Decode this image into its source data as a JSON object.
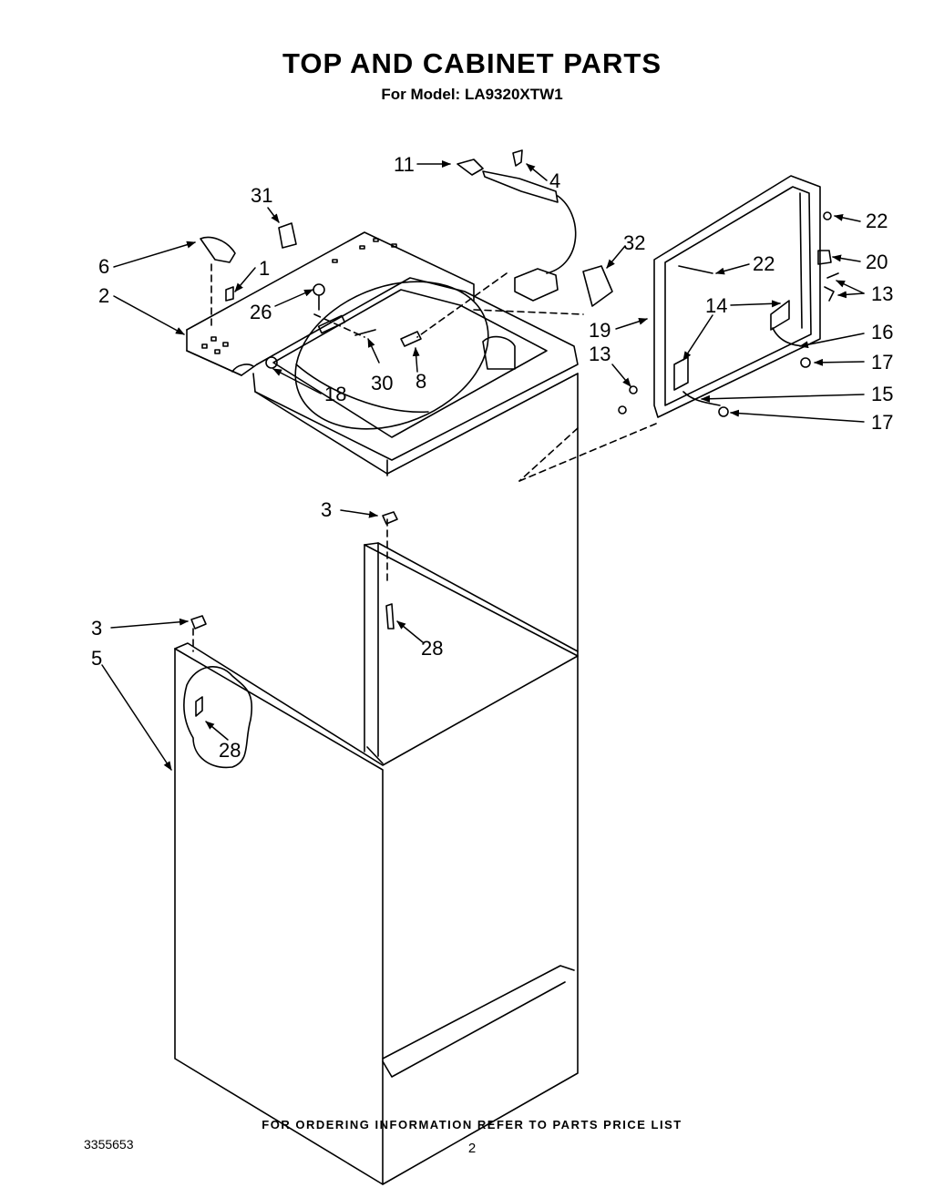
{
  "header": {
    "title": "TOP AND CABINET PARTS",
    "subtitle": "For Model: LA9320XTW1"
  },
  "callouts": [
    {
      "id": "c11a",
      "text": "11"
    },
    {
      "id": "c4",
      "text": "4"
    },
    {
      "id": "c31",
      "text": "31"
    },
    {
      "id": "c6",
      "text": "6"
    },
    {
      "id": "c1",
      "text": "1"
    },
    {
      "id": "c2",
      "text": "2"
    },
    {
      "id": "c26",
      "text": "26"
    },
    {
      "id": "c18",
      "text": "18"
    },
    {
      "id": "c30",
      "text": "30"
    },
    {
      "id": "c8",
      "text": "8"
    },
    {
      "id": "c32",
      "text": "32"
    },
    {
      "id": "c22a",
      "text": "22"
    },
    {
      "id": "c22b",
      "text": "22"
    },
    {
      "id": "c20",
      "text": "20"
    },
    {
      "id": "c13a",
      "text": "13"
    },
    {
      "id": "c14",
      "text": "14"
    },
    {
      "id": "c19",
      "text": "19"
    },
    {
      "id": "c16",
      "text": "16"
    },
    {
      "id": "c13b",
      "text": "13"
    },
    {
      "id": "c17a",
      "text": "17"
    },
    {
      "id": "c15",
      "text": "15"
    },
    {
      "id": "c17b",
      "text": "17"
    },
    {
      "id": "c3a",
      "text": "3"
    },
    {
      "id": "c3b",
      "text": "3"
    },
    {
      "id": "c28a",
      "text": "28"
    },
    {
      "id": "c5",
      "text": "5"
    },
    {
      "id": "c28b",
      "text": "28"
    }
  ],
  "footer": {
    "note": "FOR ORDERING INFORMATION REFER TO PARTS PRICE LIST",
    "document_number": "3355653",
    "page_number": "2"
  }
}
